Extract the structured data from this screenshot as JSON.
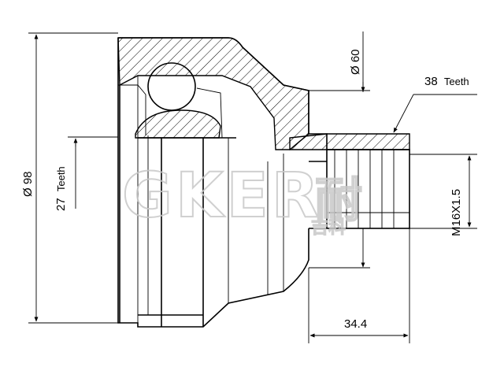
{
  "dimensions": {
    "outer_diameter": "Ø 98",
    "inner_teeth_count": "27",
    "inner_teeth_word": "Teeth",
    "seal_diameter": "Ø 60",
    "outer_teeth_count": "38",
    "outer_teeth_word": "Teeth",
    "thread": "M16X1.5",
    "stub_length": "34.4"
  },
  "watermark": {
    "brand": "GKER",
    "brand_suffix": "耐",
    "sub": "吉科"
  }
}
